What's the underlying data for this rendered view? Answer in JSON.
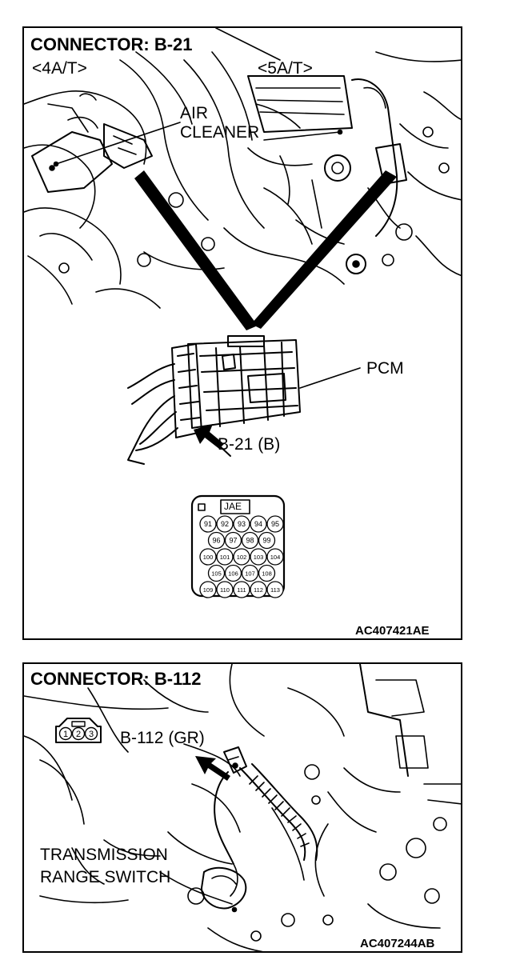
{
  "connector_b21": {
    "title": "CONNECTOR: B-21",
    "variant_left": "<4A/T>",
    "variant_right": "<5A/T>",
    "air_cleaner_line1": "AIR",
    "air_cleaner_line2": "CLEANER",
    "pcm_label": "PCM",
    "connector_callout": "B-21 (B)",
    "connector_face": {
      "header": "JAE",
      "rows": [
        [
          "91",
          "92",
          "93",
          "94",
          "95"
        ],
        [
          "96",
          "97",
          "98",
          "99"
        ],
        [
          "100",
          "101",
          "102",
          "103",
          "104"
        ],
        [
          "105",
          "106",
          "107",
          "108"
        ],
        [
          "109",
          "110",
          "111",
          "112",
          "113"
        ]
      ]
    },
    "figure_code": "AC407421AE"
  },
  "connector_b112": {
    "title": "CONNECTOR: B-112",
    "connector_callout": "B-112 (GR)",
    "pins": [
      "1",
      "2",
      "3"
    ],
    "part_line1": "TRANSMISSION",
    "part_line2": "RANGE SWITCH",
    "figure_code": "AC407244AB"
  }
}
